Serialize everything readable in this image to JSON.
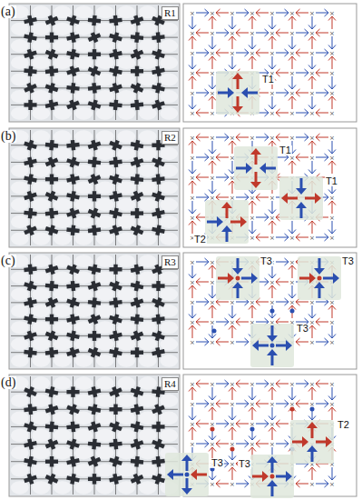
{
  "diagram": {
    "labels": [
      "(a)",
      "R1",
      "T1",
      "(b)",
      "R2",
      "T1",
      "T1",
      "T2",
      "(c)",
      "R3",
      "T3",
      "T3",
      "T3",
      "(d)",
      "R4",
      "T2",
      "T3",
      "T3"
    ]
  }
}
